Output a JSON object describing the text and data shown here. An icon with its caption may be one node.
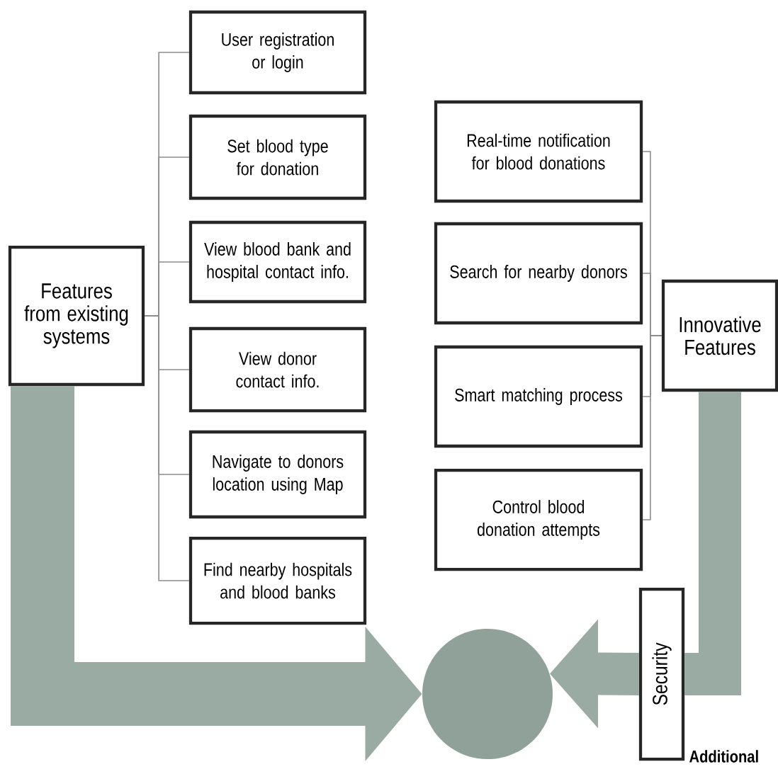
{
  "diagram": {
    "nodes": [
      {
        "text": [
          "Features from existing systems"
        ]
      },
      {
        "text": [
          "User registration or login"
        ]
      },
      {
        "text": [
          "Set blood type for donation"
        ]
      },
      {
        "text": [
          "View blood bank and hospital contact info."
        ]
      },
      {
        "text": [
          "View donor contact info."
        ]
      },
      {
        "text": [
          "Navigate to donors location using Map"
        ]
      },
      {
        "text": [
          "Find nearby hospitals and blood banks"
        ]
      },
      {
        "text": [
          "Innovative Features"
        ]
      },
      {
        "text": [
          "Real-time notification for blood donations"
        ]
      },
      {
        "text": [
          "Search for nearby donors"
        ]
      },
      {
        "text": [
          "Smart matching process"
        ]
      },
      {
        "text": [
          "Control blood donation attempts"
        ]
      },
      {
        "text": [],
        "shape": "circle"
      },
      {
        "text": [
          "Security"
        ]
      }
    ],
    "edges": [
      {
        "from": 0,
        "to": 1,
        "arrow": "none"
      },
      {
        "from": 0,
        "to": 2,
        "arrow": "none"
      },
      {
        "from": 0,
        "to": 3,
        "arrow": "none"
      },
      {
        "from": 0,
        "to": 4,
        "arrow": "none"
      },
      {
        "from": 0,
        "to": 5,
        "arrow": "none"
      },
      {
        "from": 0,
        "to": 6,
        "arrow": "none"
      },
      {
        "from": 7,
        "to": 8,
        "arrow": "none"
      },
      {
        "from": 7,
        "to": 9,
        "arrow": "none"
      },
      {
        "from": 7,
        "to": 10,
        "arrow": "none"
      },
      {
        "from": 7,
        "to": 11,
        "arrow": "none"
      },
      {
        "from": 0,
        "to": 12,
        "arrow": "to",
        "style": "thick",
        "color": "#9aaba3"
      },
      {
        "from": 7,
        "to": 13,
        "arrow": "none",
        "style": "thick",
        "color": "#9aaba3"
      },
      {
        "from": 13,
        "to": 12,
        "arrow": "to",
        "style": "thick",
        "color": "#9aaba3"
      }
    ],
    "labels": [
      "Additional"
    ]
  }
}
